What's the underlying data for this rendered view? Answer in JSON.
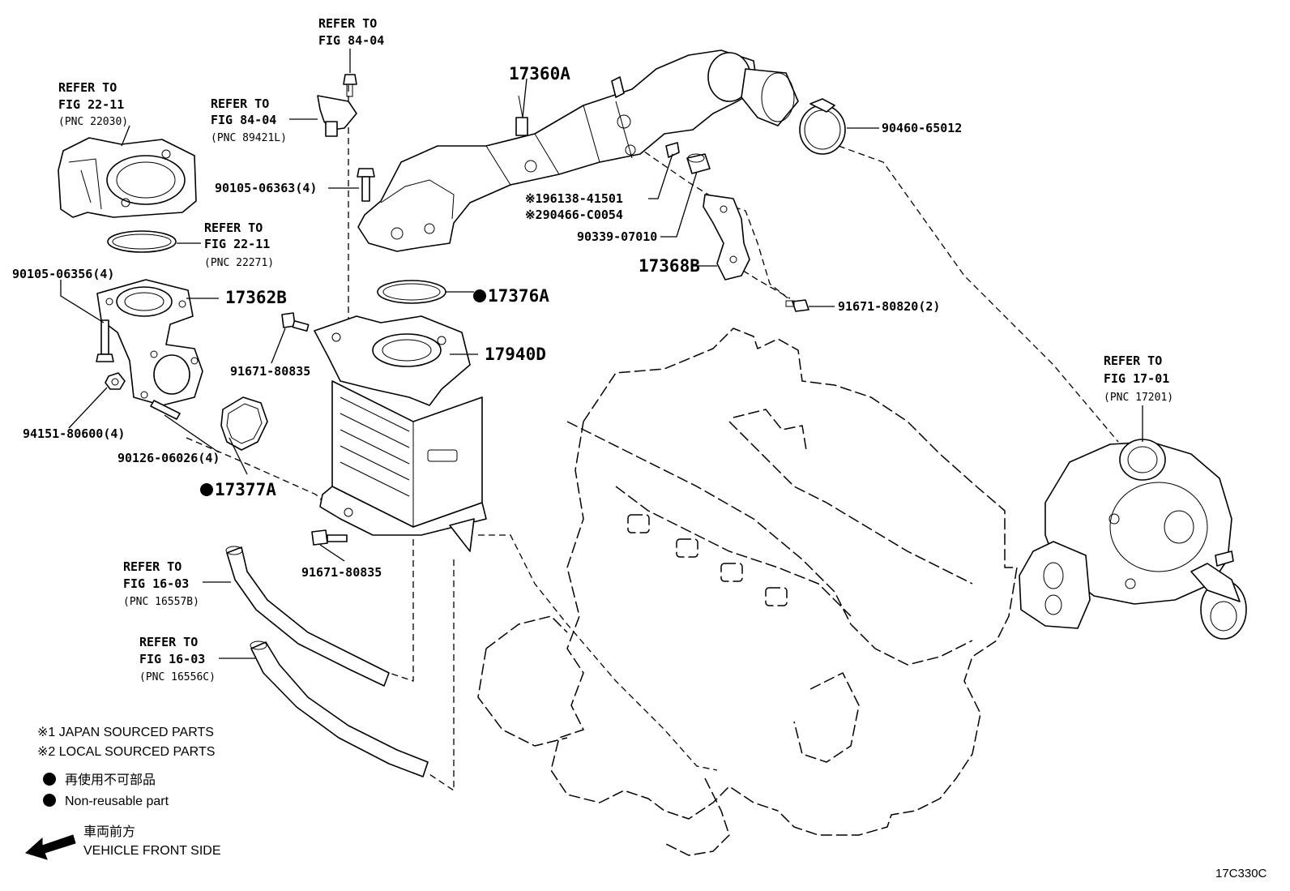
{
  "figure_code": "17C330C",
  "refer": {
    "sensor_top": {
      "l1": "REFER TO",
      "l2": "FIG 84-04"
    },
    "sensor_side": {
      "l1": "REFER TO",
      "l2": "FIG 84-04",
      "pnc": "(PNC 89421L)"
    },
    "throttle": {
      "l1": "REFER TO",
      "l2": "FIG 22-11",
      "pnc": "(PNC 22030)"
    },
    "gasket": {
      "l1": "REFER TO",
      "l2": "FIG 22-11",
      "pnc": "(PNC 22271)"
    },
    "turbo": {
      "l1": "REFER TO",
      "l2": "FIG 17-01",
      "pnc": "(PNC 17201)"
    },
    "hose_b": {
      "l1": "REFER TO",
      "l2": "FIG 16-03",
      "pnc": "(PNC 16557B)"
    },
    "hose_c": {
      "l1": "REFER TO",
      "l2": "FIG 16-03",
      "pnc": "(PNC 16556C)"
    }
  },
  "parts": {
    "p17360A": "17360A",
    "p90460": "90460-65012",
    "p96138": "※196138-41501",
    "p90466": "※290466-C0054",
    "p90339": "90339-07010",
    "p17368B": "17368B",
    "p91671_2": "91671-80820(2)",
    "p90105_06363": "90105-06363(4)",
    "p90105_06356": "90105-06356(4)",
    "p17362B": "17362B",
    "p17376A": "17376A",
    "p17940D": "17940D",
    "p91671_a": "91671-80835",
    "p91671_b": "91671-80835",
    "p94151": "94151-80600(4)",
    "p90126": "90126-06026(4)",
    "p17377A": "17377A"
  },
  "legend": {
    "japan": "※1 JAPAN SOURCED PARTS",
    "local": "※2 LOCAL SOURCED PARTS",
    "nonreuse_jp": "再使用不可部品",
    "nonreuse_en": "Non-reusable part",
    "front_jp": "車両前方",
    "front_en": "VEHICLE FRONT SIDE"
  }
}
